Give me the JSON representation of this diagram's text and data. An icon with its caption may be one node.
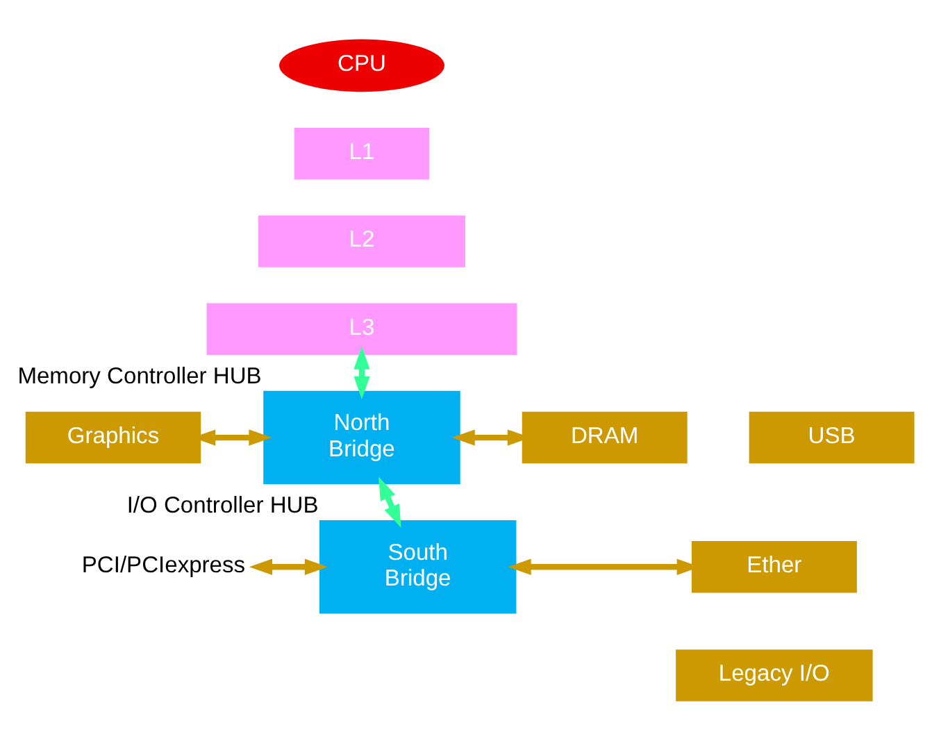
{
  "diagram": {
    "nodes": [
      {
        "text": [
          "CPU"
        ]
      },
      {
        "text": [
          "L1"
        ]
      },
      {
        "text": [
          "L2"
        ]
      },
      {
        "text": [
          "L3"
        ]
      },
      {
        "text": [
          "North Bridge"
        ],
        "beside": [
          "Memory Controller HUB"
        ]
      },
      {
        "text": [
          "Graphics"
        ]
      },
      {
        "text": [
          "DRAM"
        ]
      },
      {
        "text": [
          "South Bridge"
        ],
        "beside": [
          "I/O Controller HUB"
        ]
      },
      {
        "text": [
          "PCI/PCIexpress"
        ]
      },
      {
        "text": [
          "USB"
        ]
      },
      {
        "text": [
          "Ether"
        ]
      },
      {
        "text": [
          "Legacy I/O"
        ]
      }
    ],
    "edges": [
      {
        "from": 3,
        "to": 4,
        "arrow": "both",
        "color": "#33ff99"
      },
      {
        "from": 5,
        "to": 4,
        "arrow": "both"
      },
      {
        "from": 4,
        "to": 6,
        "arrow": "both"
      },
      {
        "from": 4,
        "to": 7,
        "arrow": "both",
        "color": "#33ff99"
      },
      {
        "from": 8,
        "to": 7,
        "arrow": "both"
      },
      {
        "from": 7,
        "to": 10,
        "arrow": "both"
      }
    ]
  }
}
